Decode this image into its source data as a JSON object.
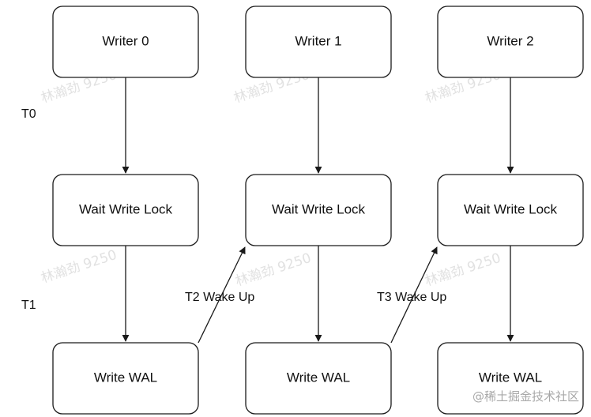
{
  "nodes": {
    "writer_0": "Writer 0",
    "writer_1": "Writer 1",
    "writer_2": "Writer 2",
    "wait_0": "Wait Write Lock",
    "wait_1": "Wait Write Lock",
    "wait_2": "Wait Write Lock",
    "wal_0": "Write WAL",
    "wal_1": "Write WAL",
    "wal_2": "Write WAL"
  },
  "time_labels": {
    "t0": "T0",
    "t1": "T1"
  },
  "edge_labels": {
    "wake_1": "T2 Wake Up",
    "wake_2": "T3 Wake Up"
  },
  "watermarks": {
    "author": "林瀚劲 9250",
    "site": "@稀土掘金技术社区"
  },
  "colors": {
    "stroke": "#1a1a1a",
    "background": "#ffffff",
    "watermark": "#d8d8d8"
  }
}
